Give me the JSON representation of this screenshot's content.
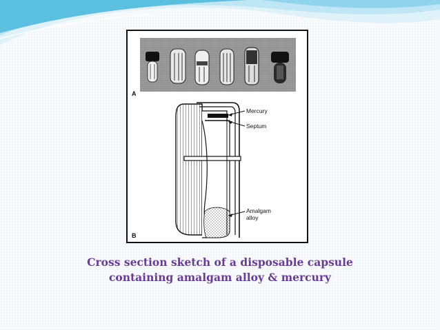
{
  "figure": {
    "panel_a": "A",
    "panel_b": "B",
    "labels": {
      "mercury": "Mercury",
      "septum": "Septum",
      "amalgam_line1": "Amalgam",
      "amalgam_line2": "alloy"
    }
  },
  "caption": {
    "line1": "Cross section sketch of a disposable capsule",
    "line2": "containing amalgam alloy & mercury"
  },
  "colors": {
    "caption": "#6a3a98",
    "wave_dark": "#5bbfe0",
    "wave_light": "#bfe6f5"
  }
}
